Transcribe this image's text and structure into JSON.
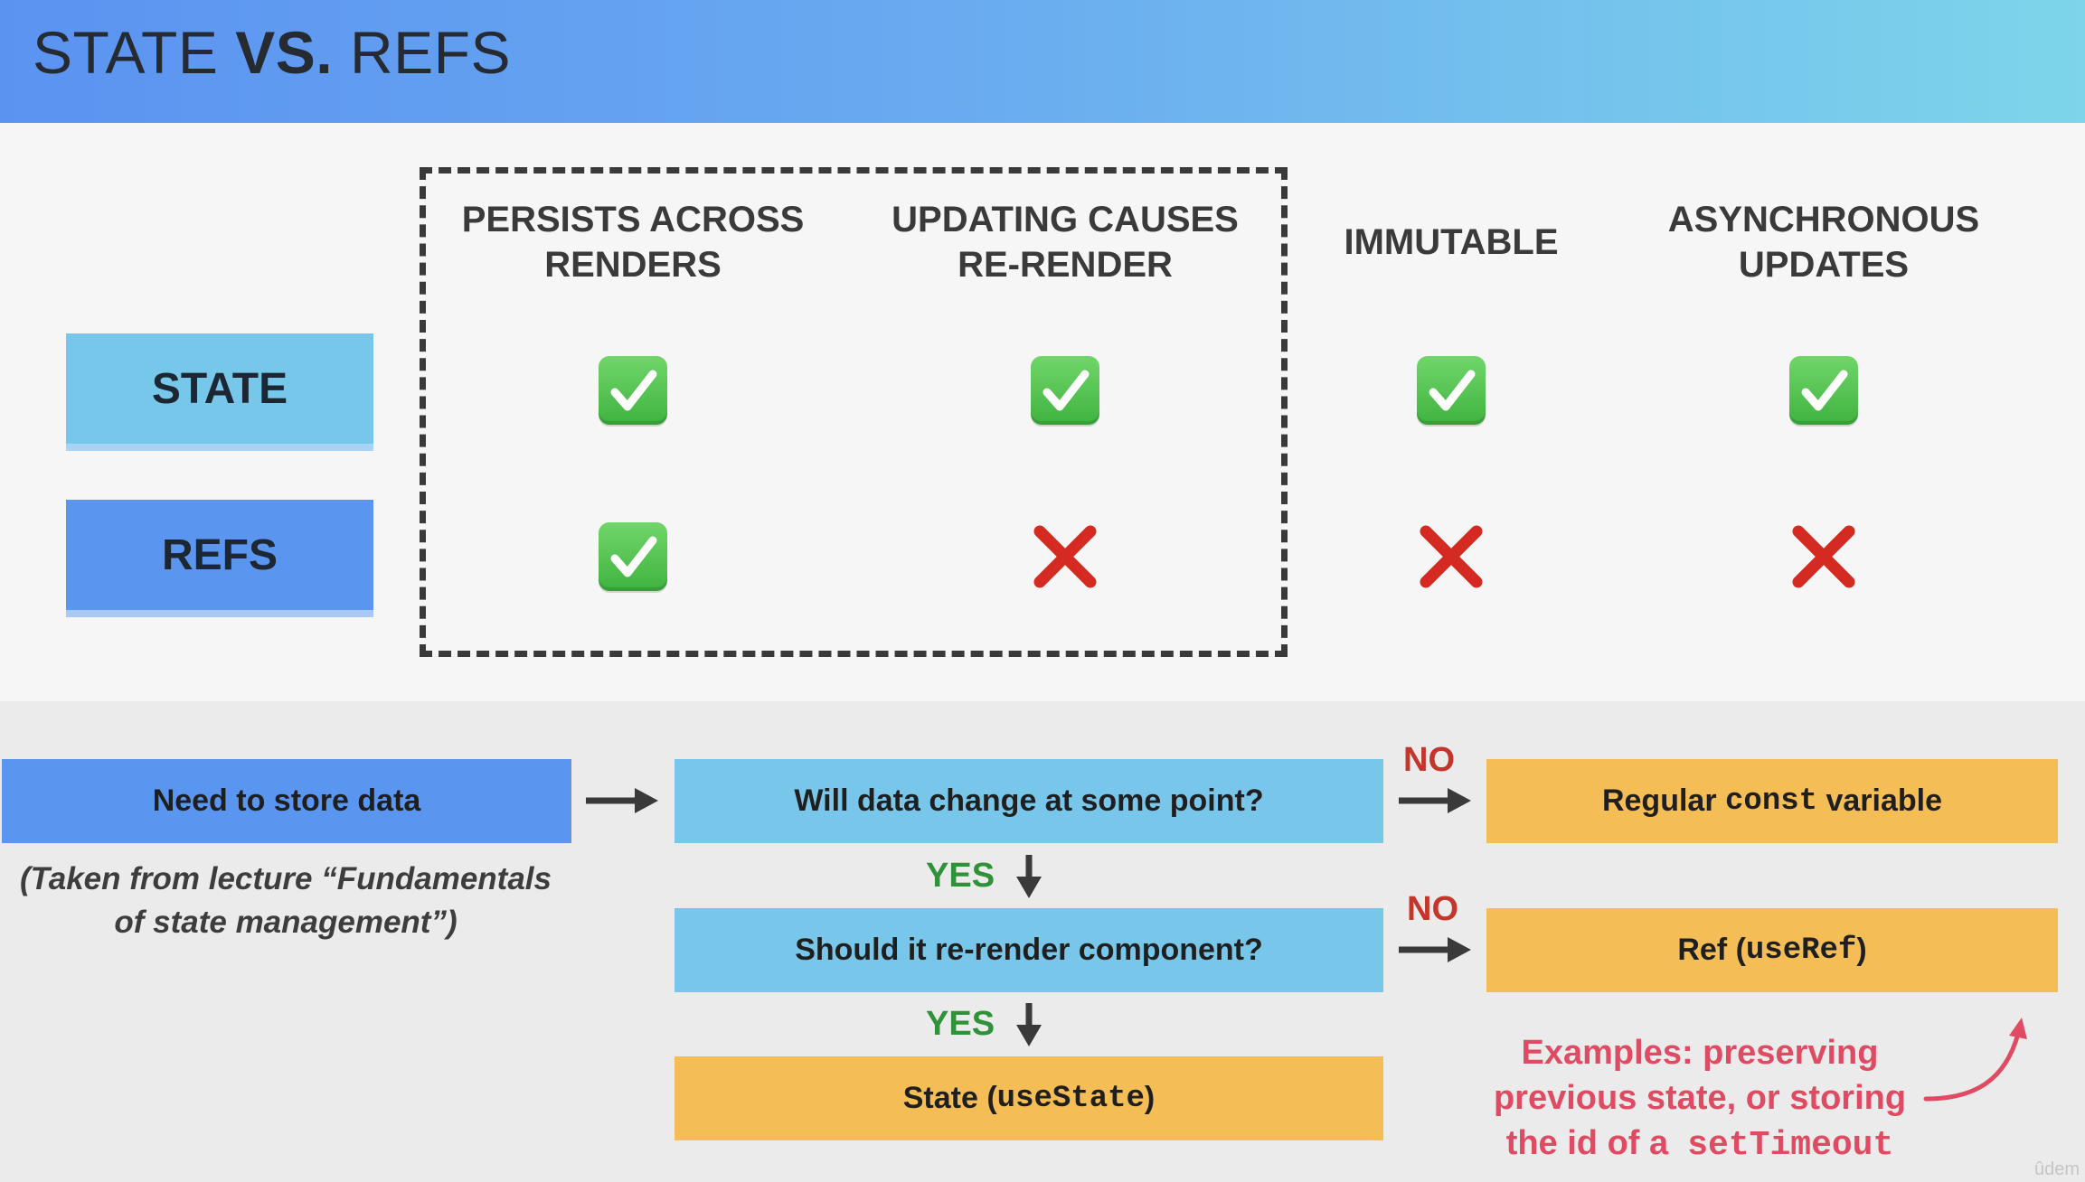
{
  "header": {
    "title_part1": "STATE",
    "title_part2": "VS.",
    "title_part3": "REFS"
  },
  "comparison": {
    "columns": [
      {
        "line1": "PERSISTS ACROSS",
        "line2": "RENDERS"
      },
      {
        "line1": "UPDATING CAUSES",
        "line2": "RE-RENDER"
      },
      {
        "line1": "IMMUTABLE",
        "line2": ""
      },
      {
        "line1": "ASYNCHRONOUS",
        "line2": "UPDATES"
      }
    ],
    "rows": [
      {
        "label": "STATE",
        "values": [
          true,
          true,
          true,
          true
        ]
      },
      {
        "label": "REFS",
        "values": [
          true,
          false,
          false,
          false
        ]
      }
    ],
    "colors": {
      "check": "#46b946",
      "cross": "#d42a22",
      "state_label": "#77c7ea",
      "refs_label": "#5a95f0"
    }
  },
  "flowchart": {
    "start": "Need to store data",
    "note_line1": "(Taken from lecture “Fundamentals",
    "note_line2": "of state management”)",
    "q1": "Will data change at some point?",
    "q2": "Should it re-render component?",
    "no_label": "NO",
    "yes_label": "YES",
    "result_const_pre": "Regular ",
    "result_const_code": "const",
    "result_const_post": " variable",
    "result_ref_pre": "Ref (",
    "result_ref_code": "useRef",
    "result_ref_post": ")",
    "result_state_pre": "State (",
    "result_state_code": "useState",
    "result_state_post": ")",
    "examples_line1": "Examples: preserving",
    "examples_line2": "previous state, or storing",
    "examples_line3_pre": "the id of a ",
    "examples_line3_code": "setTimeout",
    "colors": {
      "no": "#c2362b",
      "yes": "#2f9138",
      "examples": "#df4b62",
      "amber": "#f4bd55",
      "cyan": "#78c7ea",
      "blue": "#5a95f0"
    }
  },
  "watermark": "ûdem"
}
